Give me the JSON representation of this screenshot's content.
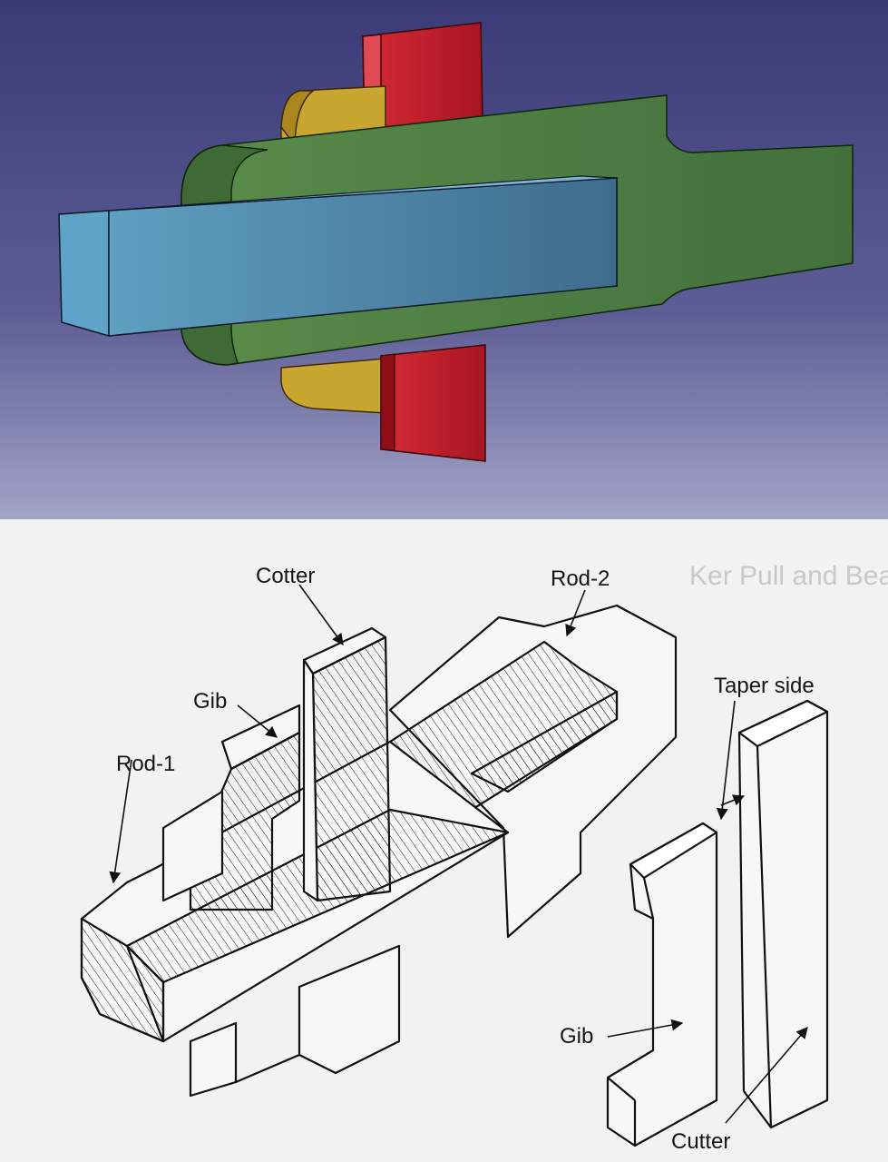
{
  "colors": {
    "viewport_top": "#3d3d78",
    "viewport_bottom": "#9595bd",
    "rod1_blue": "#5a8fb0",
    "rod2_green": "#4a7a40",
    "cotter_red": "#c11e2c",
    "gib_yellow": "#c9a630",
    "sketch_paper": "#f2f2f2",
    "sketch_ink": "#111111"
  },
  "sketch": {
    "labels": {
      "cotter": "Cotter",
      "rod2": "Rod-2",
      "gib_top": "Gib",
      "rod1": "Rod-1",
      "taper_side": "Taper side",
      "gib_bottom": "Gib",
      "cutter": "Cutter"
    },
    "faint_background_text": "Ker Pull and Bearing"
  }
}
